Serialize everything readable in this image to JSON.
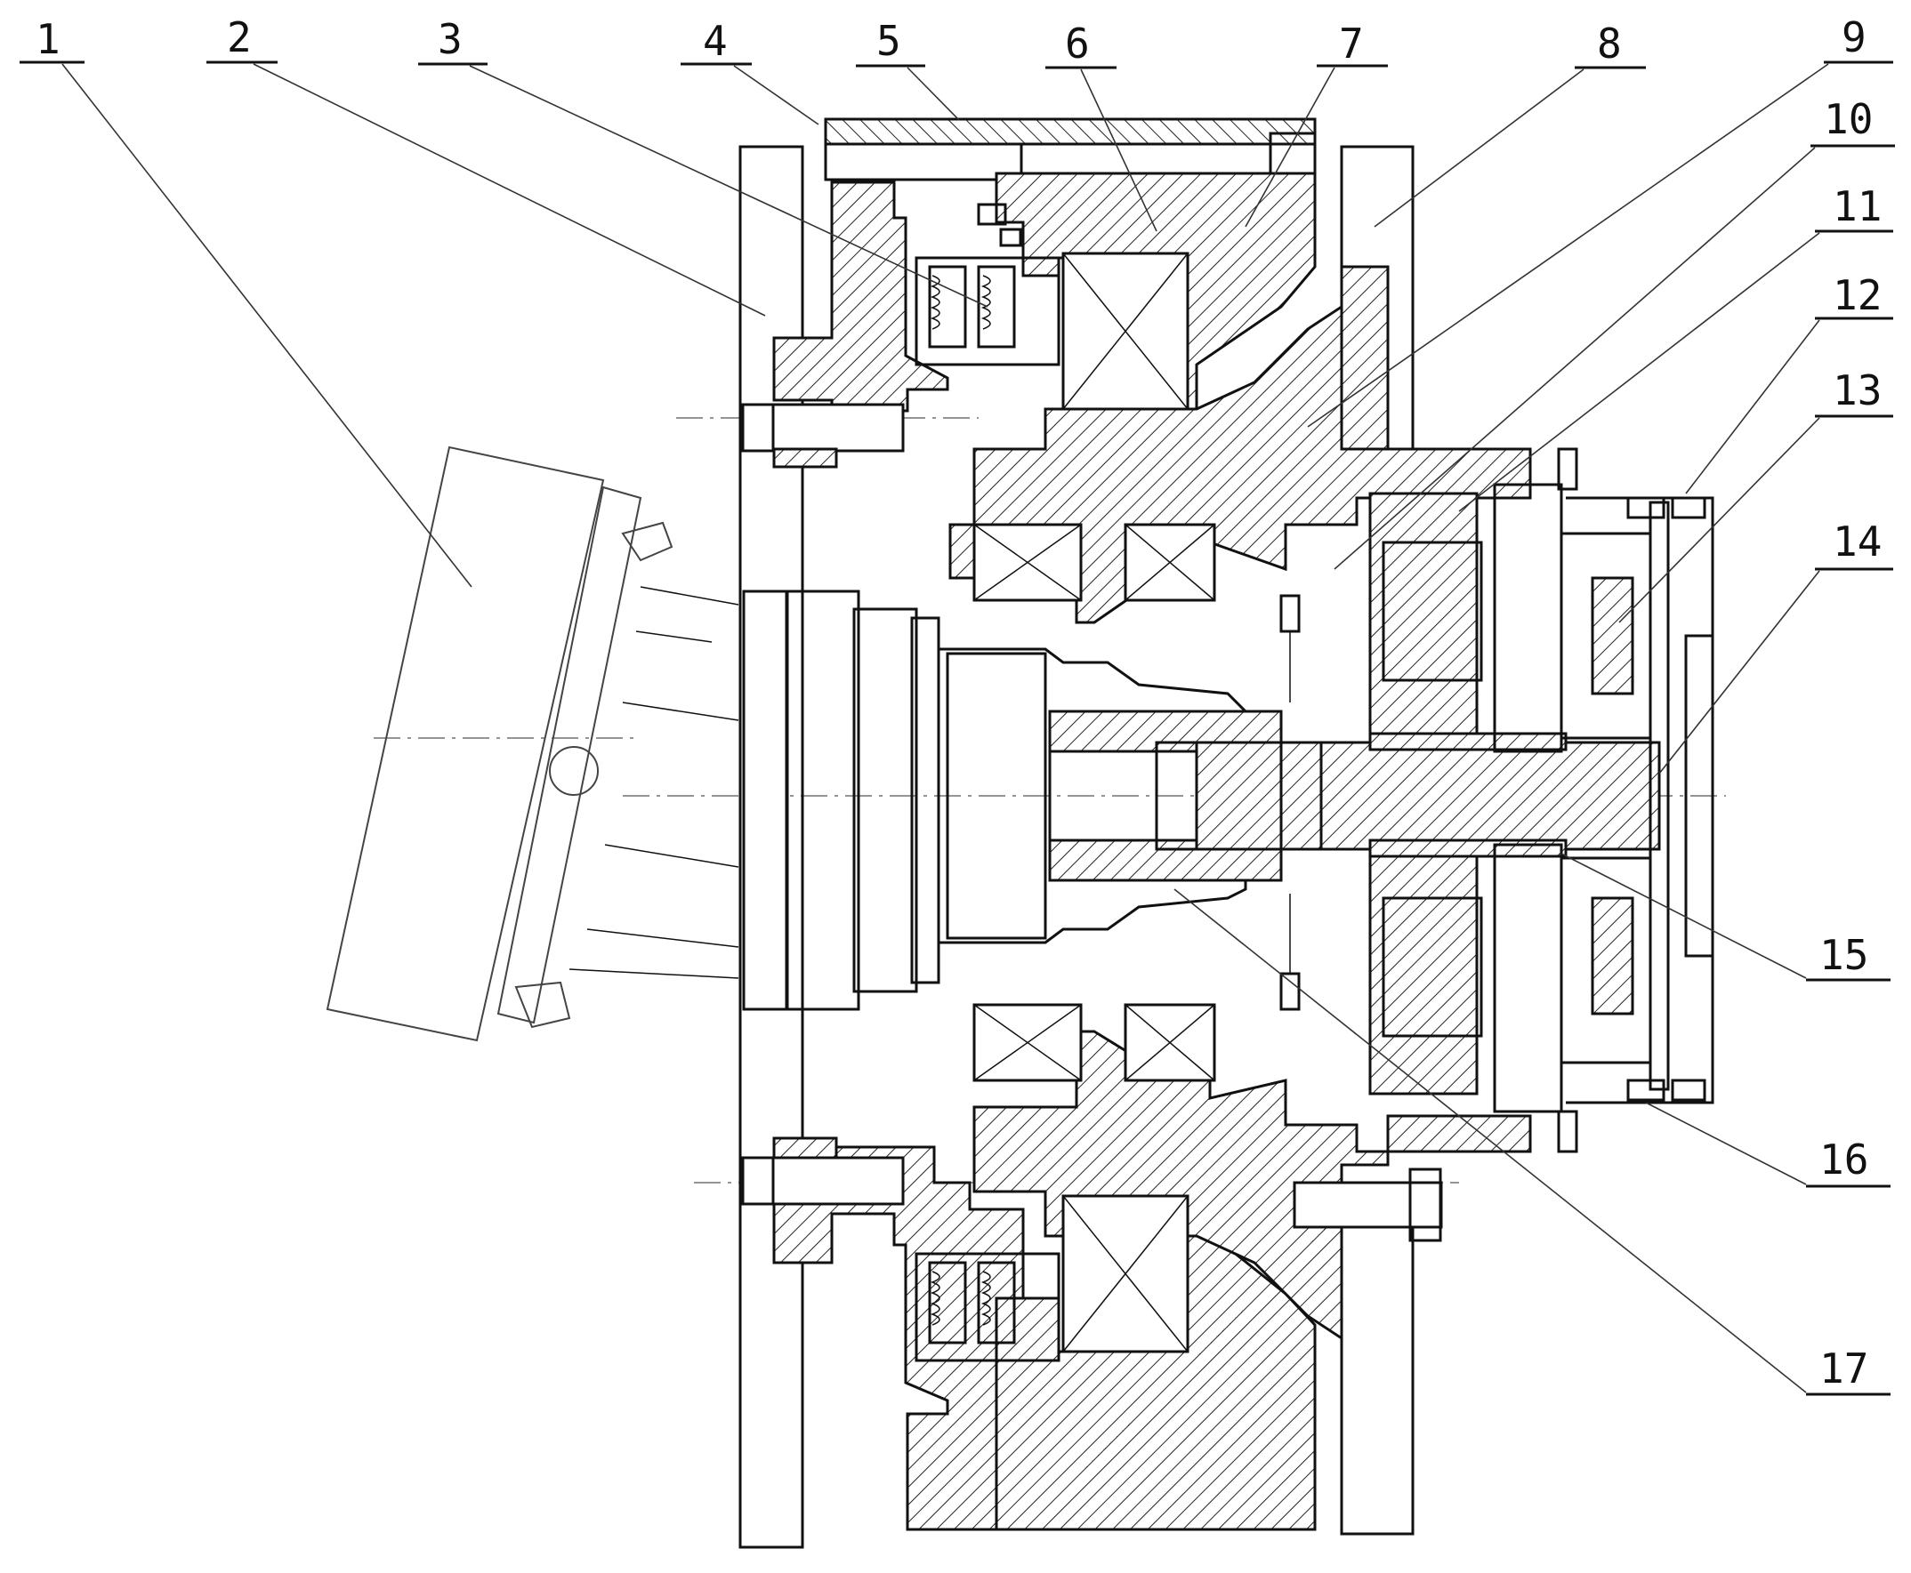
{
  "callouts": [
    {
      "id": "1",
      "text": "1"
    },
    {
      "id": "2",
      "text": "2"
    },
    {
      "id": "3",
      "text": "3"
    },
    {
      "id": "4",
      "text": "4"
    },
    {
      "id": "5",
      "text": "5"
    },
    {
      "id": "6",
      "text": "6"
    },
    {
      "id": "7",
      "text": "7"
    },
    {
      "id": "8",
      "text": "8"
    },
    {
      "id": "9",
      "text": "9"
    },
    {
      "id": "10",
      "text": "10"
    },
    {
      "id": "11",
      "text": "11"
    },
    {
      "id": "12",
      "text": "12"
    },
    {
      "id": "13",
      "text": "13"
    },
    {
      "id": "14",
      "text": "14"
    },
    {
      "id": "15",
      "text": "15"
    },
    {
      "id": "16",
      "text": "16"
    },
    {
      "id": "17",
      "text": "17"
    }
  ],
  "colors": {
    "line": "#111111",
    "background": "#ffffff"
  }
}
